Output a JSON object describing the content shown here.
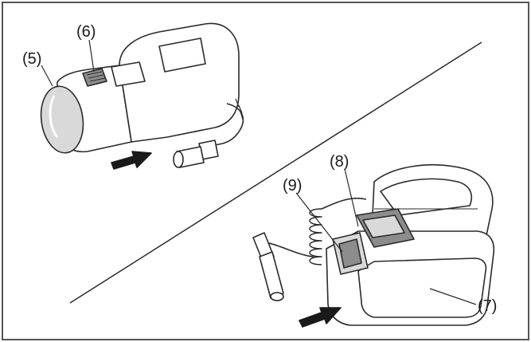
{
  "callouts": {
    "c5": "(5)",
    "c6": "(6)",
    "c7": "(7)",
    "c8": "(8)",
    "c9": "(9)"
  },
  "colors": {
    "line": "#2a2a2a",
    "fill_light": "#ffffff",
    "fill_shade": "#d9d9d9",
    "fill_dark": "#8c8c8c",
    "frame": "#555555"
  }
}
